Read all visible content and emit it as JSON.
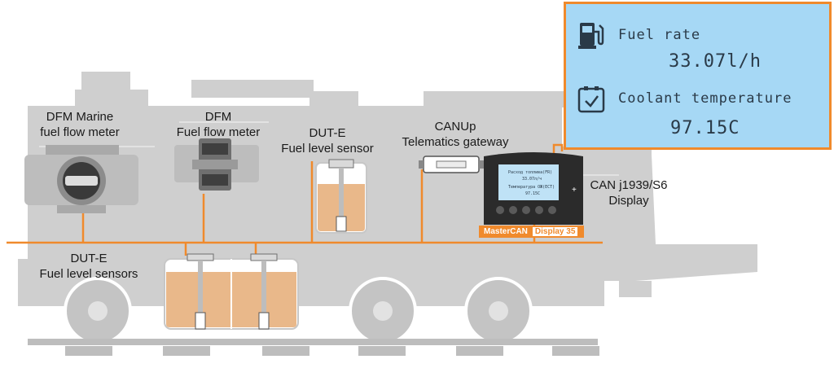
{
  "labels": {
    "dfm_marine": "DFM Marine\nfuel flow meter",
    "dfm": "DFM\nFuel flow meter",
    "dut_e_single": "DUT-E\nFuel level sensor",
    "canup": "CANUp\nTelematics gateway",
    "can_display": "CAN j1939/S6\nDisplay",
    "dut_e_multi": "DUT-E\nFuel level sensors"
  },
  "display_panel": {
    "fuel_label": "Fuel rate",
    "fuel_value": "33.07l/h",
    "fuel_icon": "fuel-pump-icon",
    "coolant_label": "Coolant temperature",
    "coolant_value": "97.15C",
    "coolant_icon": "clock-icon"
  },
  "device_screen": {
    "row1_label": "Расход топлива(FR)",
    "row1_value": "33.07л/ч",
    "row2_label": "Температура ОЖ(ECT)",
    "row2_value": "97.15C"
  },
  "brand": {
    "name": "MasterCAN",
    "model": "Display 35"
  },
  "colors": {
    "locomotive": "#cfcfcf",
    "bus_line": "#f08a2c",
    "fuel": "#e9b88a",
    "panel_bg": "#a6d8f5",
    "panel_border": "#f08a2c"
  }
}
